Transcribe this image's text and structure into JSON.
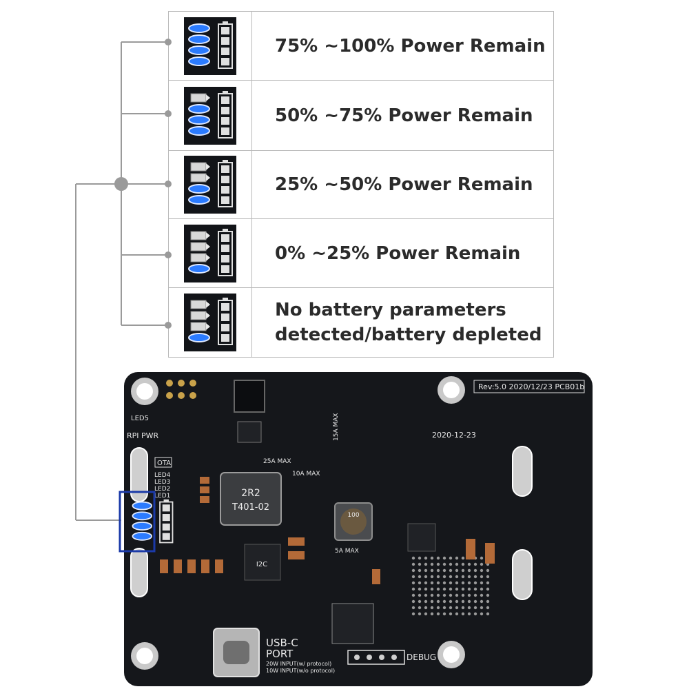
{
  "legend": {
    "rows": [
      {
        "label_lines": [
          "75% ~100% Power Remain"
        ],
        "leds_on": 4
      },
      {
        "label_lines": [
          "50% ~75% Power Remain"
        ],
        "leds_on": 3
      },
      {
        "label_lines": [
          "25% ~50% Power Remain"
        ],
        "leds_on": 2
      },
      {
        "label_lines": [
          "0% ~25% Power Remain"
        ],
        "leds_on": 1
      },
      {
        "label_lines": [
          "No battery parameters",
          "detected/battery depleted"
        ],
        "leds_on": 1
      }
    ]
  },
  "board": {
    "rev": "Rev:5.0 2020/12/23 PCB01b",
    "date": "2020-12-23",
    "inductor_top": "2R2",
    "inductor_bottom": "T401-02",
    "inductor_small": "100",
    "port_title_1": "USB-C",
    "port_title_2": "PORT",
    "port_note_1": "20W INPUT(w/ protocol)",
    "port_note_2": "10W INPUT(w/o protocol)",
    "debug": "DEBUG",
    "current_25a": "25A MAX",
    "current_10a": "10A MAX",
    "current_5a": "5A MAX",
    "current_15a": "15A MAX",
    "rpi_pwr": "RPI PWR",
    "led_labels": [
      "LED4",
      "LED3",
      "LED2",
      "LED1"
    ],
    "led5": "LED5",
    "ota": "OTA",
    "chip_mark": "I2C"
  },
  "colors": {
    "led_on": "#2b7bff",
    "led_off": "#d8d8d8",
    "pcb": "#15171b",
    "highlight": "#1b3aa8",
    "connector": "#9a9a9a"
  },
  "icons": [
    "battery-level-icon",
    "led-indicator-icon"
  ]
}
